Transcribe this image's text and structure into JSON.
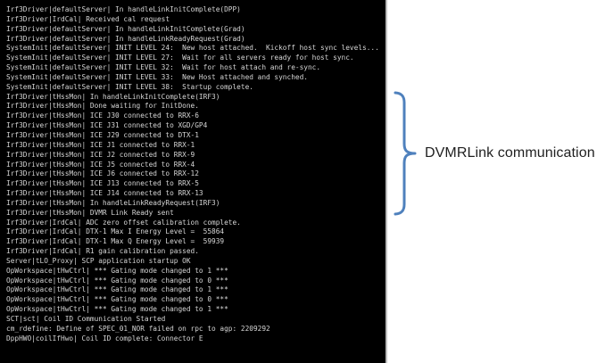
{
  "terminal": {
    "lines": [
      "Irf3Driver|defaultServer| In handleLinkInitComplete(DPP)",
      "Irf3Driver|IrdCal| Received cal request",
      "Irf3Driver|defaultServer| In handleLinkInitComplete(Grad)",
      "Irf3Driver|defaultServer| In handleLinkReadyRequest(Grad)",
      "SystemInit|defaultServer| INIT LEVEL 24:  New host attached.  Kickoff host sync levels...",
      "SystemInit|defaultServer| INIT LEVEL 27:  Wait for all servers ready for host sync.",
      "SystemInit|defaultServer| INIT LEVEL 32:  Wait for host attach and re-sync.",
      "SystemInit|defaultServer| INIT LEVEL 33:  New Host attached and synched.",
      "SystemInit|defaultServer| INIT LEVEL 38:  Startup complete.",
      "Irf3Driver|tHssMon| In handleLinkInitComplete(IRF3)",
      "Irf3Driver|tHssMon| Done waiting for InitDone.",
      "Irf3Driver|tHssMon| ICE J30 connected to RRX-6",
      "Irf3Driver|tHssMon| ICE J31 connected to XGD/GP4",
      "Irf3Driver|tHssMon| ICE J29 connected to DTX-1",
      "Irf3Driver|tHssMon| ICE J1 connected to RRX-1",
      "Irf3Driver|tHssMon| ICE J2 connected to RRX-9",
      "Irf3Driver|tHssMon| ICE J5 connected to RRX-4",
      "Irf3Driver|tHssMon| ICE J6 connected to RRX-12",
      "Irf3Driver|tHssMon| ICE J13 connected to RRX-5",
      "Irf3Driver|tHssMon| ICE J14 connected to RRX-13",
      "Irf3Driver|tHssMon| In handleLinkReadyRequest(IRF3)",
      "Irf3Driver|tHssMon| DVMR Link Ready sent",
      "Irf3Driver|IrdCal| ADC zero offset calibration complete.",
      "Irf3Driver|IrdCal| DTX-1 Max I Energy Level =  55864",
      "Irf3Driver|IrdCal| DTX-1 Max Q Energy Level =  59939",
      "Irf3Driver|IrdCal| R1 gain calibration passed.",
      "Server|tLO_Proxy| SCP application startup OK",
      "OpWorkspace|tHwCtrl| *** Gating mode changed to 1 ***",
      "OpWorkspace|tHwCtrl| *** Gating mode changed to 0 ***",
      "OpWorkspace|tHwCtrl| *** Gating mode changed to 1 ***",
      "OpWorkspace|tHwCtrl| *** Gating mode changed to 0 ***",
      "OpWorkspace|tHwCtrl| *** Gating mode changed to 1 ***",
      "SCT|sct| Coil ID Communication Started",
      "cm_rdefine: Define of SPEC_01_NOR failed on rpc to agp: 2209292",
      "DppHWO|coilIfHwo| Coil ID complete: Connector E"
    ]
  },
  "annotation": {
    "label": "DVMRLink communication"
  },
  "colors": {
    "page_bg": "#ffffff",
    "terminal_bg": "#000000",
    "terminal_text": "#d6d6d6",
    "terminal_border": "#bdbdbd",
    "brace_color": "#4f81bd",
    "label_color": "#1f1f1f"
  }
}
